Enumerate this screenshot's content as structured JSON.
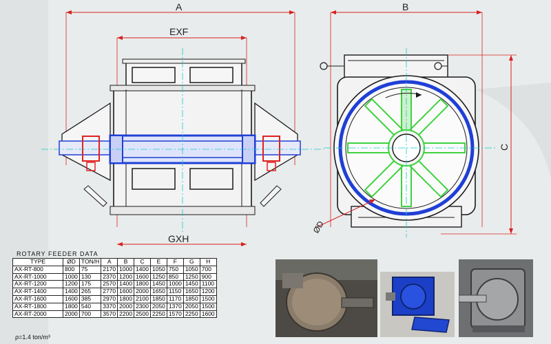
{
  "drawing": {
    "dim_a": "A",
    "dim_b": "B",
    "dim_c": "C",
    "dim_exf": "EXF",
    "dim_gxh": "GXH",
    "dim_d": "ØD"
  },
  "table": {
    "title": "ROTARY FEEDER DATA",
    "headers": [
      "TYPE",
      "ØD",
      "TON/H",
      "A",
      "B",
      "C",
      "E",
      "F",
      "G",
      "H"
    ],
    "rows": [
      [
        "AX-RT-800",
        "800",
        "75",
        "2170",
        "1000",
        "1400",
        "1050",
        "750",
        "1050",
        "700"
      ],
      [
        "AX-RT-1000",
        "1000",
        "130",
        "2370",
        "1200",
        "1600",
        "1250",
        "850",
        "1250",
        "900"
      ],
      [
        "AX-RT-1200",
        "1200",
        "175",
        "2570",
        "1400",
        "1800",
        "1450",
        "1000",
        "1450",
        "1100"
      ],
      [
        "AX-RT-1400",
        "1400",
        "265",
        "2770",
        "1600",
        "2000",
        "1650",
        "1150",
        "1650",
        "1200"
      ],
      [
        "AX-RT-1600",
        "1600",
        "385",
        "2970",
        "1800",
        "2100",
        "1850",
        "1170",
        "1850",
        "1500"
      ],
      [
        "AX-RT-1800",
        "1800",
        "540",
        "3370",
        "2000",
        "2300",
        "2050",
        "1370",
        "2050",
        "1500"
      ],
      [
        "AX-RT-2000",
        "2000",
        "700",
        "3570",
        "2200",
        "2500",
        "2250",
        "1570",
        "2250",
        "1600"
      ]
    ],
    "density_note": "ρ=1.4  ton/m³"
  },
  "colors": {
    "frame": "#1a1a1a",
    "shaft_blue": "#1f3fd6",
    "rotor_green": "#3ed23e",
    "bearing_red": "#e02020",
    "centerline": "#19c7c7",
    "dimension_red": "#d82020"
  }
}
